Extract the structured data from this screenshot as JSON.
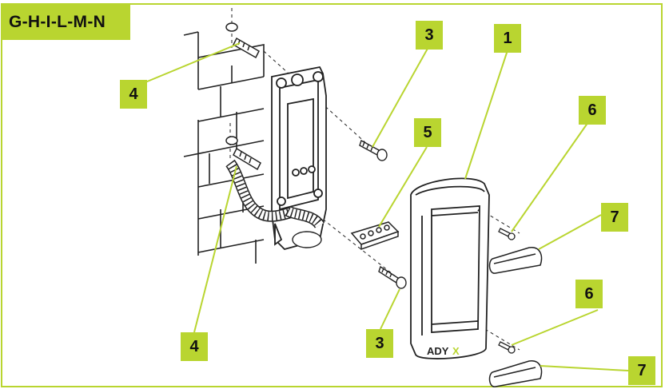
{
  "title": "G-H-I-L-M-N",
  "brand_text": "ADY",
  "brand_mark": "X",
  "accent_color": "#b9d530",
  "callouts": [
    {
      "label": "1",
      "part": "cover"
    },
    {
      "label": "3",
      "part": "screw-upper"
    },
    {
      "label": "3",
      "part": "screw-lower"
    },
    {
      "label": "4",
      "part": "wall-plug-upper"
    },
    {
      "label": "4",
      "part": "wall-plug-lower"
    },
    {
      "label": "5",
      "part": "connector-block"
    },
    {
      "label": "6",
      "part": "handle-screw-upper"
    },
    {
      "label": "6",
      "part": "handle-screw-lower"
    },
    {
      "label": "7",
      "part": "handle-upper"
    },
    {
      "label": "7",
      "part": "handle-lower"
    }
  ]
}
